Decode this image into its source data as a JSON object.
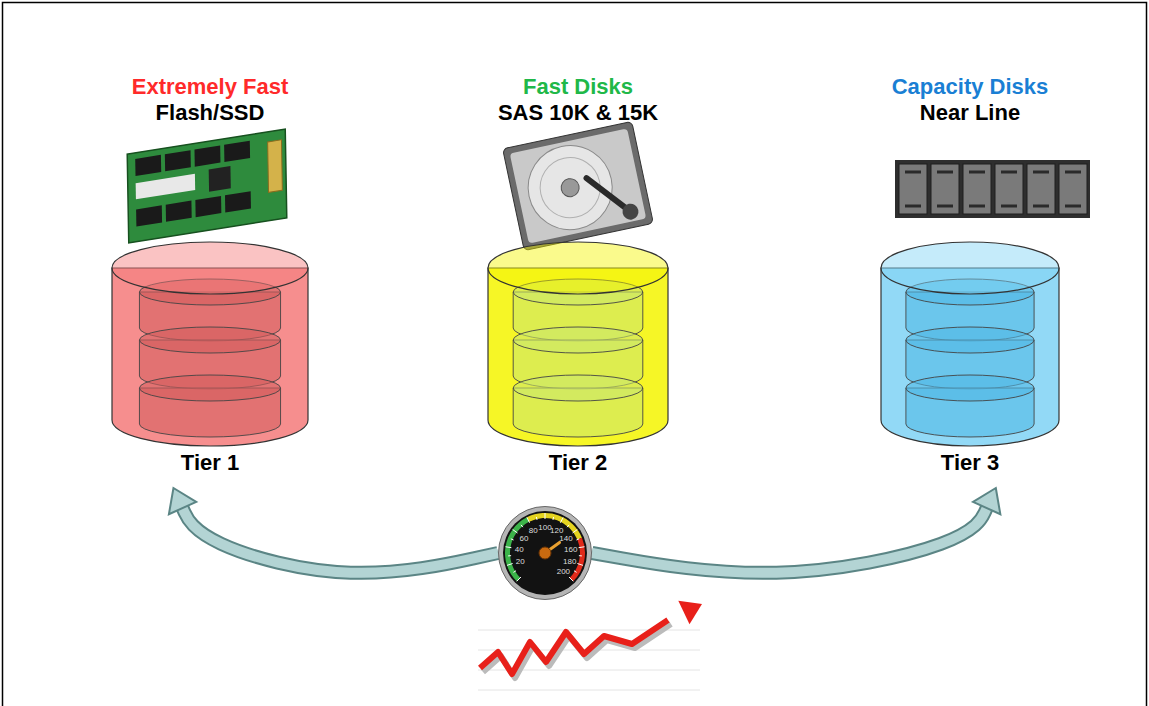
{
  "diagram": {
    "nodes": [
      {
        "text": [
          "Extremely Fast",
          "Flash/SSD",
          "Tier 1"
        ]
      },
      {
        "text": [
          "Fast Disks",
          "SAS 10K & 15K",
          "Tier 2"
        ]
      },
      {
        "text": [
          "Capacity Disks",
          "Near Line",
          "Tier 3"
        ]
      },
      {
        "text": [
          "20",
          "40",
          "60",
          "80",
          "100",
          "120",
          "140",
          "160",
          "180",
          "200"
        ]
      }
    ],
    "edges": [
      {
        "from": 3,
        "to": 0,
        "arrow": "to"
      },
      {
        "from": 3,
        "to": 2,
        "arrow": "to"
      }
    ]
  }
}
